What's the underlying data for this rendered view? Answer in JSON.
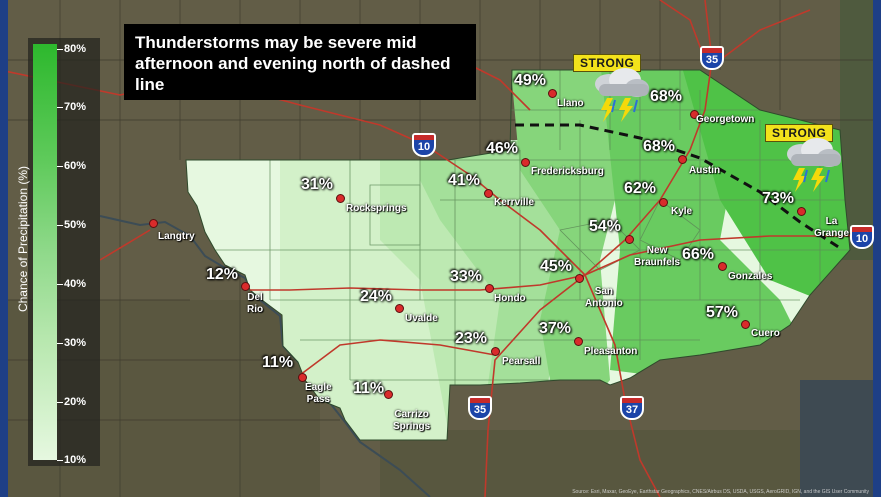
{
  "headline": {
    "line1": "Thunderstorms may be severe mid",
    "line2": "afternoon and evening north of dashed",
    "line3": "line"
  },
  "legend": {
    "title": "Chance of Precipitation (%)",
    "labels": [
      "80%",
      "70%",
      "60%",
      "50%",
      "40%",
      "30%",
      "20%",
      "10%"
    ]
  },
  "colors": {
    "p10": "#e6f8e0",
    "p20": "#d3f1c9",
    "p30": "#bde9b2",
    "p40": "#a4e09a",
    "p50": "#86d57b",
    "p60": "#69cb60",
    "p70": "#4fc247"
  },
  "locations": [
    {
      "id": "llano",
      "name": "Llano",
      "pct": "49%"
    },
    {
      "id": "georgetown",
      "name": "Georgetown",
      "pct": "68%"
    },
    {
      "id": "fredericksburg",
      "name": "Fredericksburg",
      "pct": "46%"
    },
    {
      "id": "austin",
      "name": "Austin",
      "pct": "68%"
    },
    {
      "id": "rocksprings",
      "name": "Rocksprings",
      "pct": "31%"
    },
    {
      "id": "kerrville",
      "name": "Kerrville",
      "pct": "41%"
    },
    {
      "id": "kyle",
      "name": "Kyle",
      "pct": "62%"
    },
    {
      "id": "lagrange",
      "name": "La Grange",
      "line1": "La",
      "line2": "Grange",
      "pct": "73%"
    },
    {
      "id": "langtry",
      "name": "Langtry",
      "pct": ""
    },
    {
      "id": "newbraunfels",
      "name": "New Braunfels",
      "line1": "New",
      "line2": "Braunfels",
      "pct": "54%"
    },
    {
      "id": "gonzales",
      "name": "Gonzales",
      "pct": "66%"
    },
    {
      "id": "delrio",
      "name": "Del Rio",
      "line1": "Del",
      "line2": "Rio",
      "pct": "12%"
    },
    {
      "id": "uvalde",
      "name": "Uvalde",
      "pct": "24%"
    },
    {
      "id": "hondo",
      "name": "Hondo",
      "pct": "33%"
    },
    {
      "id": "sanantonio",
      "name": "San Antonio",
      "line1": "San",
      "line2": "Antonio",
      "pct": "45%"
    },
    {
      "id": "cuero",
      "name": "Cuero",
      "pct": "57%"
    },
    {
      "id": "pearsall",
      "name": "Pearsall",
      "pct": "23%"
    },
    {
      "id": "pleasanton",
      "name": "Pleasanton",
      "pct": "37%"
    },
    {
      "id": "eaglepass",
      "name": "Eagle Pass",
      "line1": "Eagle",
      "line2": "Pass",
      "pct": "11%"
    },
    {
      "id": "carrizo",
      "name": "Carrizo Springs",
      "line1": "Carrizo",
      "line2": "Springs",
      "pct": "11%"
    }
  ],
  "badges": {
    "strong_1": "STRONG",
    "strong_2": "STRONG"
  },
  "interstates": {
    "i10_west": "10",
    "i35_north": "35",
    "i10_east": "10",
    "i35_south": "35",
    "i37": "37"
  },
  "credit": "Source: Esri, Maxar, GeoEye, Earthstar Geographics, CNES/Airbus DS, USDA, USGS, AeroGRID, IGN, and the GIS User Community"
}
